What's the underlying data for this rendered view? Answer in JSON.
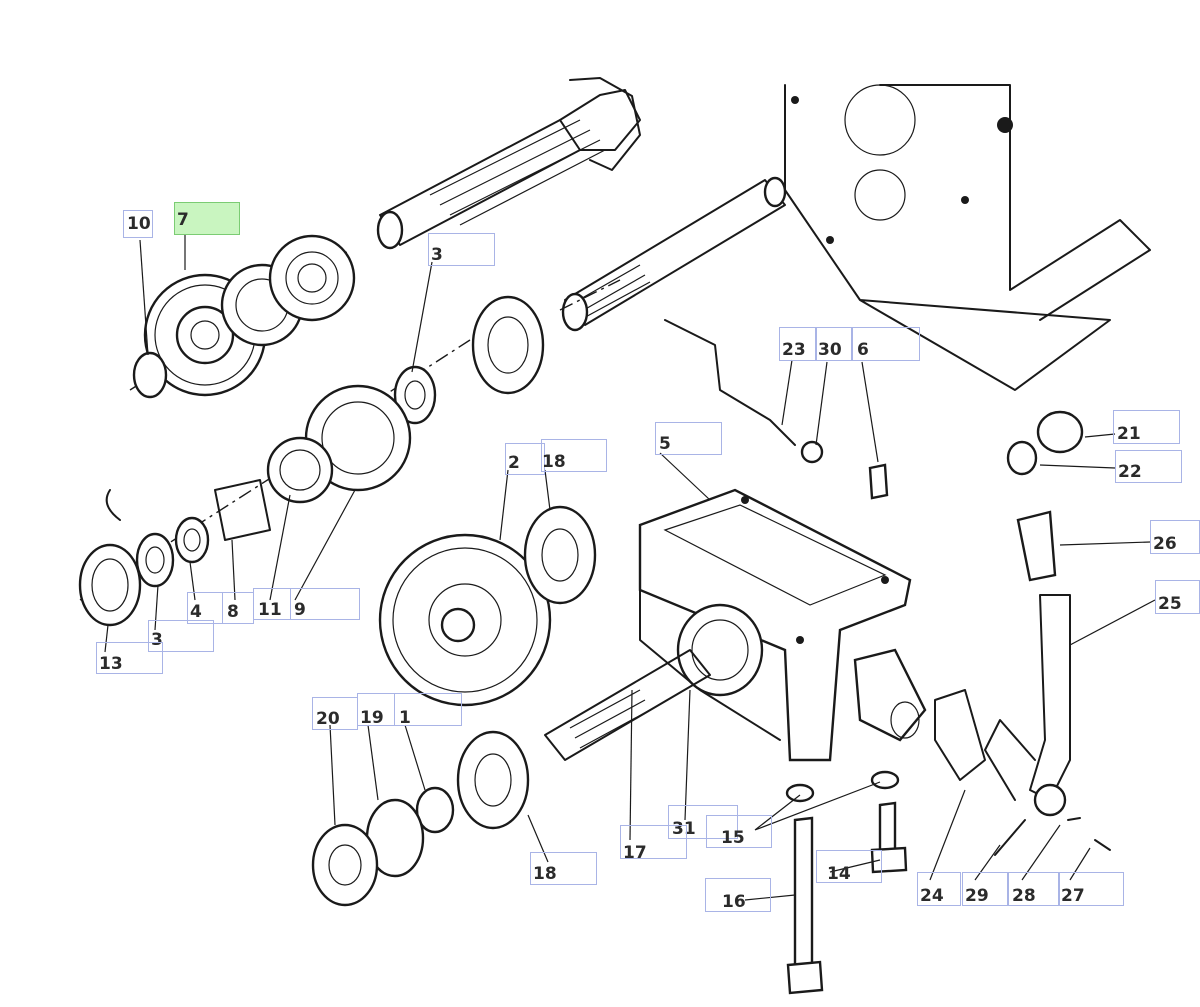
{
  "selected_part": "7",
  "callouts": [
    {
      "id": "p10",
      "label": "10"
    },
    {
      "id": "p7",
      "label": "7"
    },
    {
      "id": "p3a",
      "label": "3"
    },
    {
      "id": "p23",
      "label": "23"
    },
    {
      "id": "p30",
      "label": "30"
    },
    {
      "id": "p6",
      "label": "6"
    },
    {
      "id": "p21",
      "label": "21"
    },
    {
      "id": "p22",
      "label": "22"
    },
    {
      "id": "p5",
      "label": "5"
    },
    {
      "id": "p2",
      "label": "2"
    },
    {
      "id": "p18a",
      "label": "18"
    },
    {
      "id": "p26",
      "label": "26"
    },
    {
      "id": "p25",
      "label": "25"
    },
    {
      "id": "p4",
      "label": "4"
    },
    {
      "id": "p8",
      "label": "8"
    },
    {
      "id": "p11",
      "label": "11"
    },
    {
      "id": "p9",
      "label": "9"
    },
    {
      "id": "p3b",
      "label": "3"
    },
    {
      "id": "p13",
      "label": "13"
    },
    {
      "id": "p20",
      "label": "20"
    },
    {
      "id": "p19",
      "label": "19"
    },
    {
      "id": "p1",
      "label": "1"
    },
    {
      "id": "p31",
      "label": "31"
    },
    {
      "id": "p17",
      "label": "17"
    },
    {
      "id": "p15",
      "label": "15"
    },
    {
      "id": "p14",
      "label": "14"
    },
    {
      "id": "p18b",
      "label": "18"
    },
    {
      "id": "p16",
      "label": "16"
    },
    {
      "id": "p24",
      "label": "24"
    },
    {
      "id": "p29",
      "label": "29"
    },
    {
      "id": "p28",
      "label": "28"
    },
    {
      "id": "p27",
      "label": "27"
    }
  ]
}
